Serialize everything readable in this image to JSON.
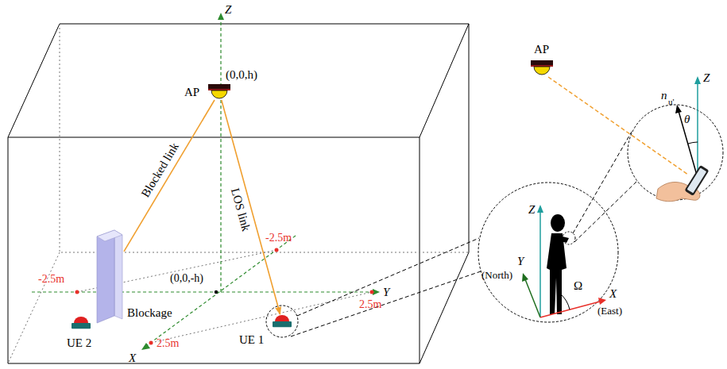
{
  "diagram": {
    "nodes": [
      {
        "text": [
          "AP",
          "(0,0,h)"
        ]
      },
      {
        "text": [
          "Blockage"
        ]
      },
      {
        "text": [
          "UE 2"
        ]
      },
      {
        "text": [
          "UE 1"
        ]
      },
      {
        "text": [
          "AP"
        ]
      }
    ],
    "edges": [
      {
        "from": 0,
        "to": 1,
        "arrow": "none",
        "label": "Blocked link"
      },
      {
        "from": 0,
        "to": 3,
        "arrow": "to",
        "label": "LOS link"
      }
    ],
    "labels": [
      "Z",
      "-2.5m",
      "-2.5m",
      "(0,0,-h)",
      "Y",
      "2.5m",
      "X",
      "2.5m",
      "Z",
      "Y",
      "(North)",
      "Ω",
      "X",
      "(East)",
      "Z",
      "n",
      "u'",
      "θ"
    ]
  }
}
